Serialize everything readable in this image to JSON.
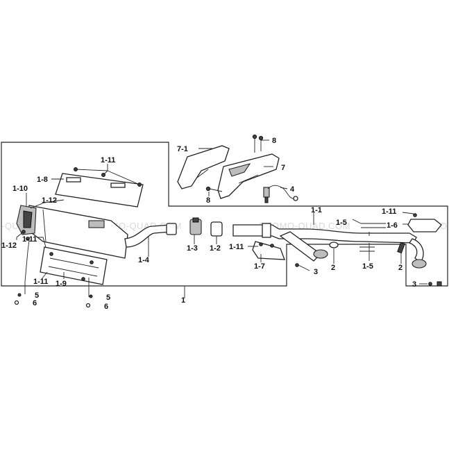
{
  "watermark": {
    "left_text": "-QUAD.COM",
    "mid_text": "PROMO-QUAD.COM",
    "mid2_text": "PROMO-QUAD.COM",
    "right_text": "PRO"
  },
  "callouts": {
    "c1": "1",
    "c1_1": "1-1",
    "c1_2": "1-2",
    "c1_3": "1-3",
    "c1_4": "1-4",
    "c1_5a": "1-5",
    "c1_5b": "1-5",
    "c1_6": "1-6",
    "c1_7": "1-7",
    "c1_8": "1-8",
    "c1_9": "1-9",
    "c1_10": "1-10",
    "c1_11a": "1-11",
    "c1_11b": "1-11",
    "c1_11c": "1-11",
    "c1_11d": "1-11",
    "c1_11e": "1-11",
    "c1_12a": "1-12",
    "c1_12b": "1-12",
    "c2a": "2",
    "c2b": "2",
    "c3a": "3",
    "c3b": "3",
    "c4": "4",
    "c5a": "5",
    "c5b": "5",
    "c6a": "6",
    "c6b": "6",
    "c7": "7",
    "c7_1": "7-1",
    "c8a": "8",
    "c8b": "8"
  }
}
